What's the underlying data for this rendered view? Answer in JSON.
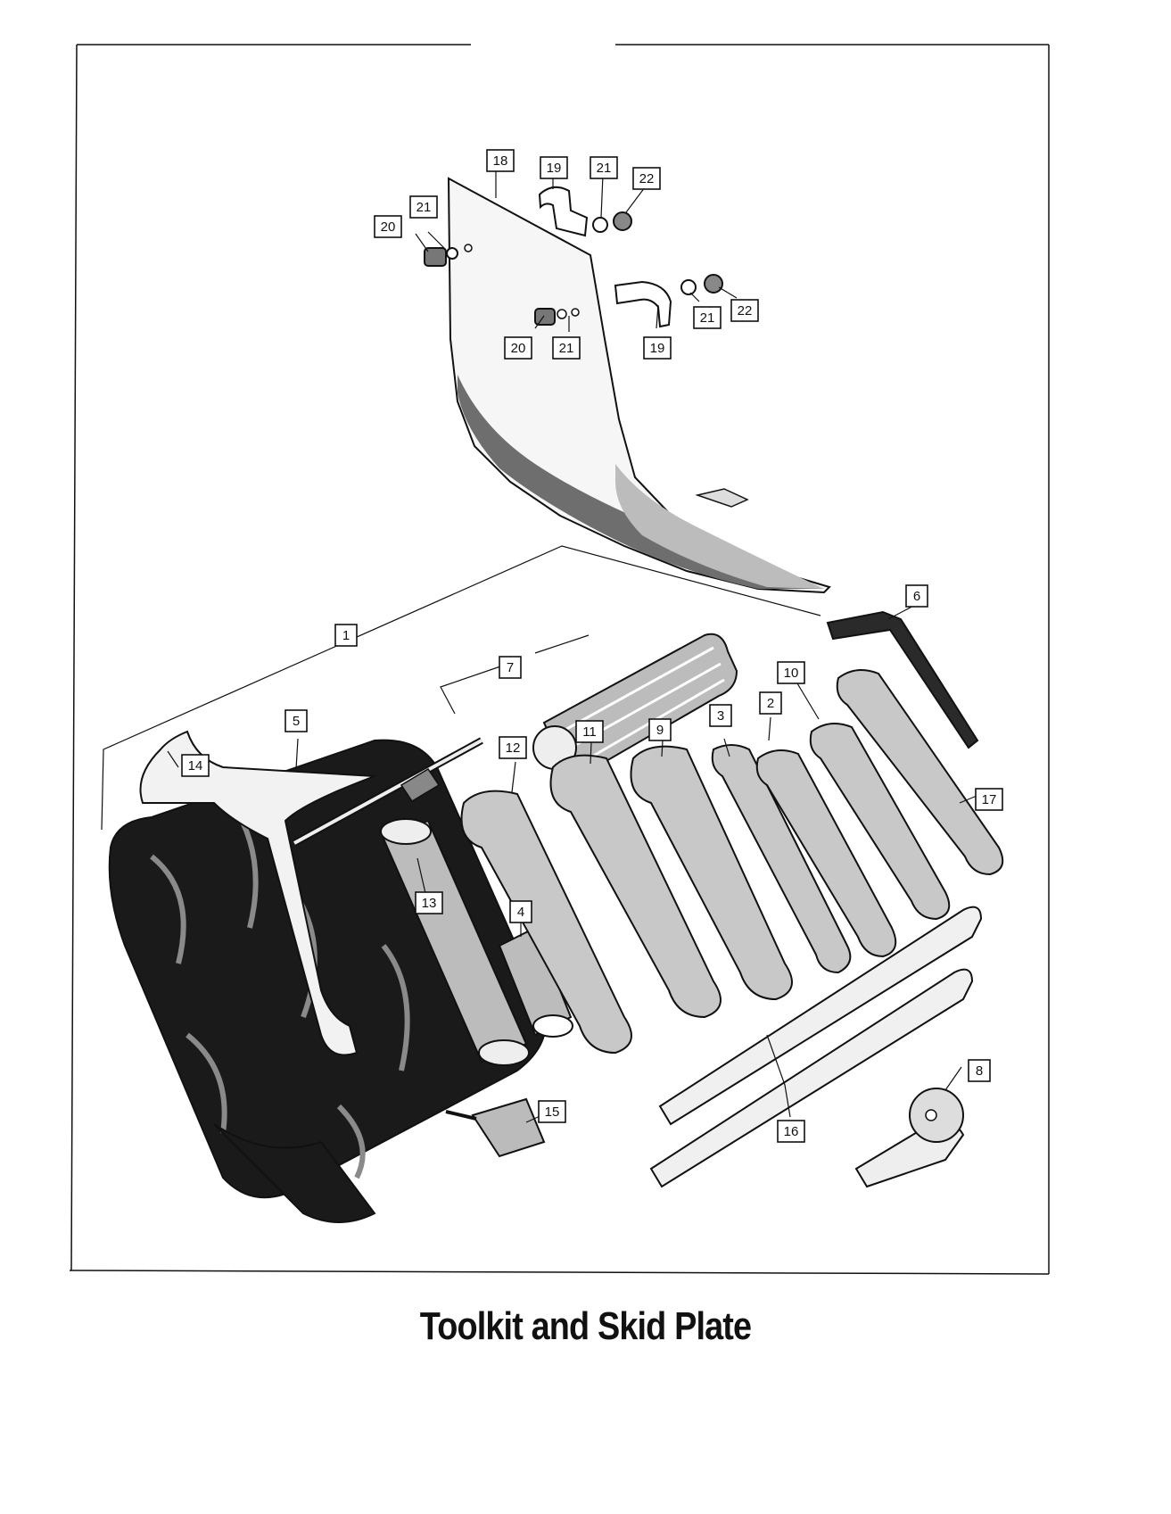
{
  "figure": {
    "caption": "Toolkit and Skid Plate",
    "callouts": [
      {
        "label": "18"
      },
      {
        "label": "19"
      },
      {
        "label": "21"
      },
      {
        "label": "22"
      },
      {
        "label": "21"
      },
      {
        "label": "20"
      },
      {
        "label": "20"
      },
      {
        "label": "21"
      },
      {
        "label": "19"
      },
      {
        "label": "21"
      },
      {
        "label": "22"
      },
      {
        "label": "6"
      },
      {
        "label": "1"
      },
      {
        "label": "7"
      },
      {
        "label": "10"
      },
      {
        "label": "5"
      },
      {
        "label": "3"
      },
      {
        "label": "2"
      },
      {
        "label": "11"
      },
      {
        "label": "9"
      },
      {
        "label": "12"
      },
      {
        "label": "14"
      },
      {
        "label": "17"
      },
      {
        "label": "13"
      },
      {
        "label": "4"
      },
      {
        "label": "8"
      },
      {
        "label": "15"
      },
      {
        "label": "16"
      }
    ]
  }
}
